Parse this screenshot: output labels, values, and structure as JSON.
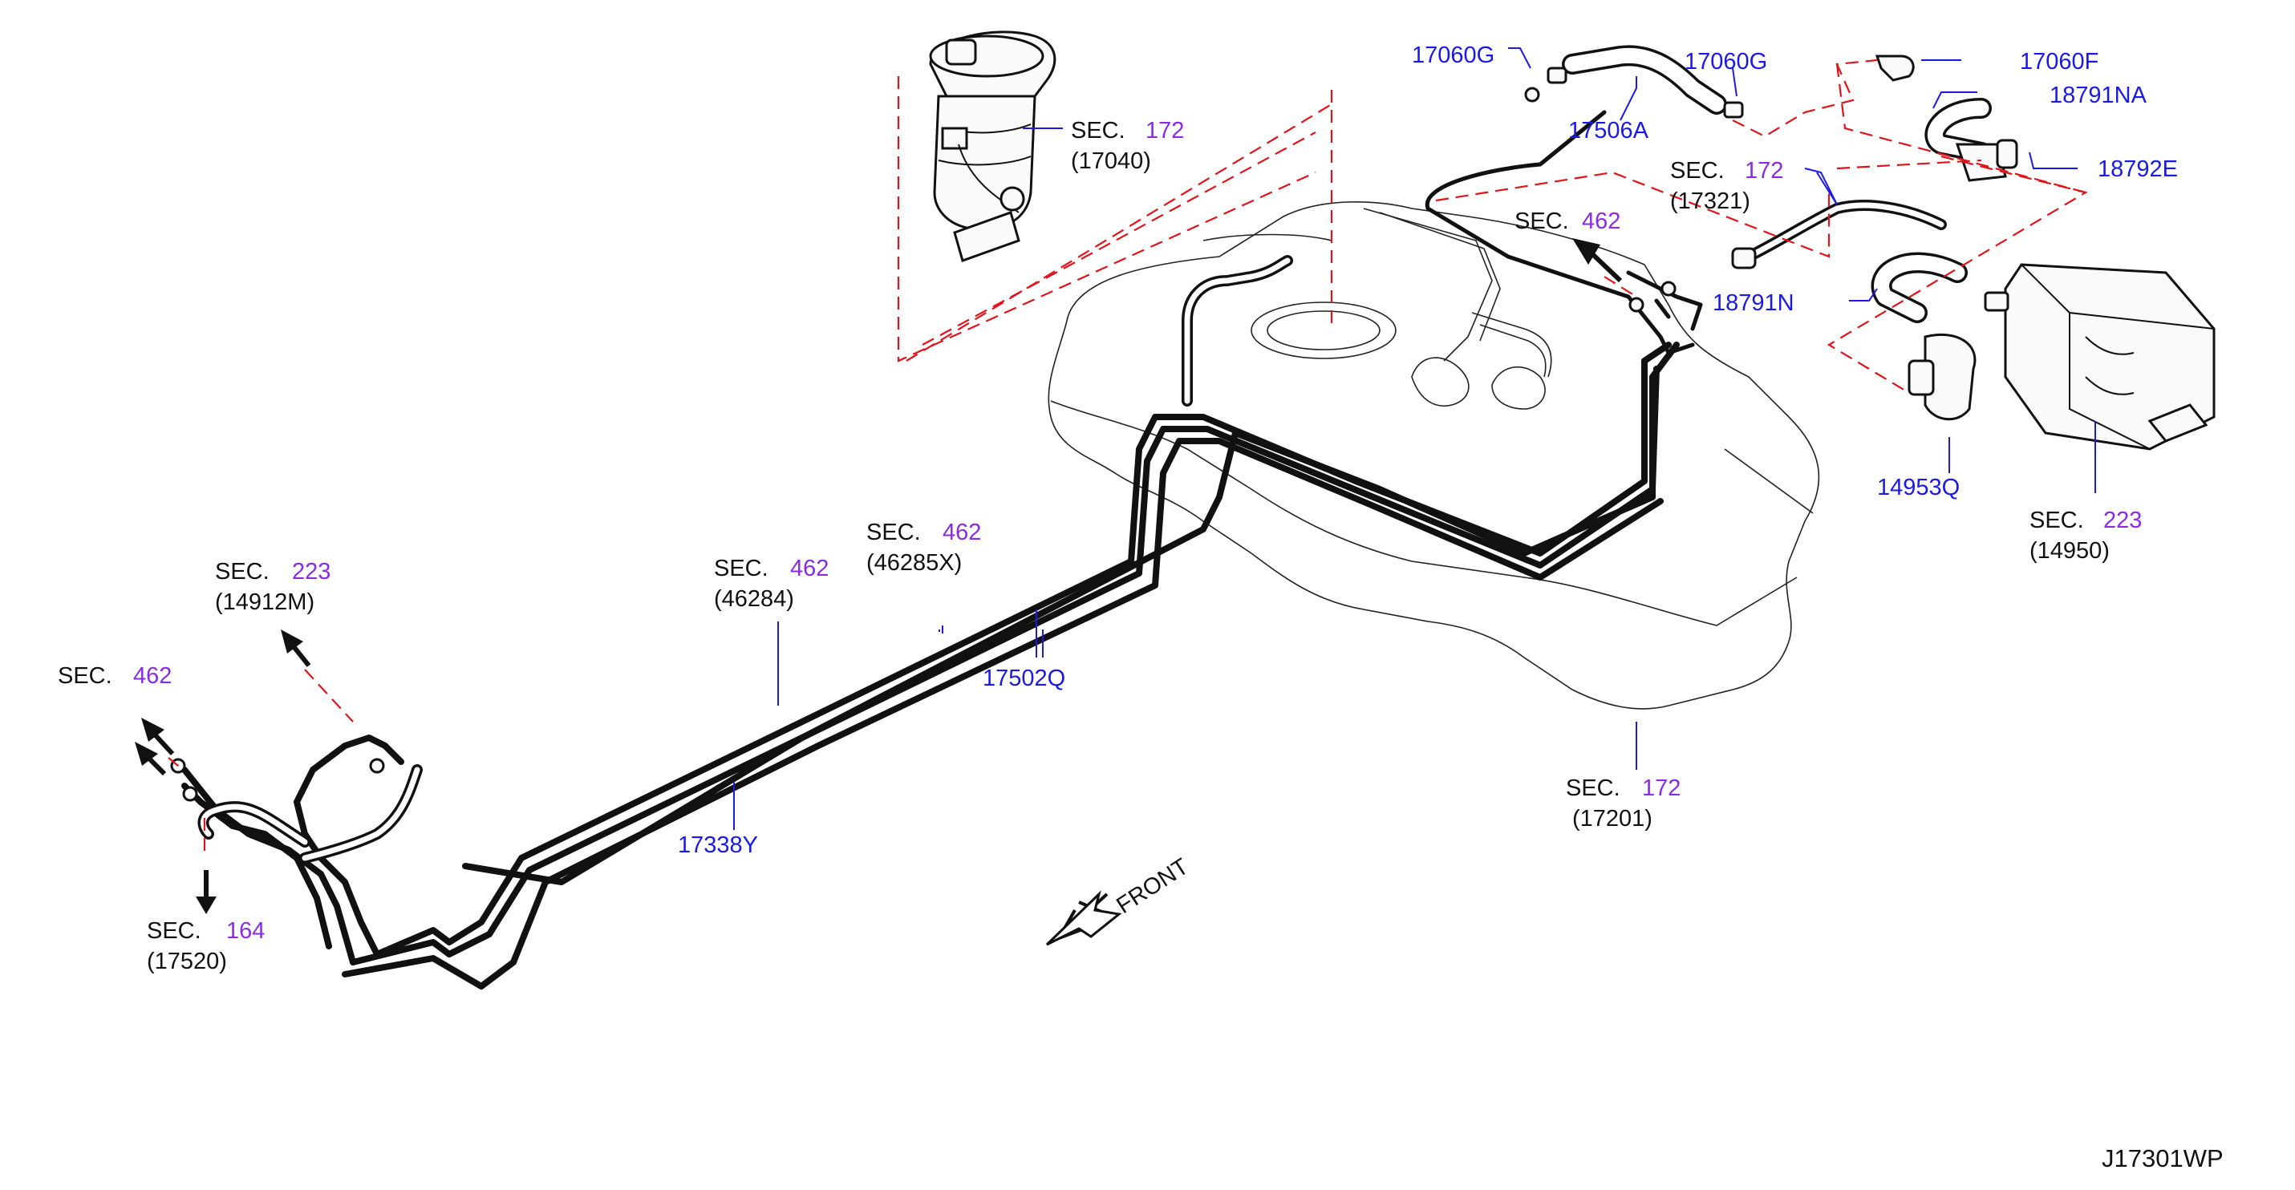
{
  "diagram": {
    "code": "J17301WP",
    "front_label": "FRONT"
  },
  "callouts": [
    {
      "id": "sec-172-17040",
      "sec": "SEC.",
      "num": "172",
      "part": "(17040)"
    },
    {
      "id": "sec-172-17321",
      "sec": "SEC.",
      "num": "172",
      "part": "(17321)"
    },
    {
      "id": "sec-462-top",
      "sec": "SEC.",
      "num": "462",
      "part": ""
    },
    {
      "id": "sec-223-14950",
      "sec": "SEC.",
      "num": "223",
      "part": "(14950)"
    },
    {
      "id": "sec-462-46285x",
      "sec": "SEC.",
      "num": "462",
      "part": "(46285X)"
    },
    {
      "id": "sec-462-46284",
      "sec": "SEC.",
      "num": "462",
      "part": "(46284)"
    },
    {
      "id": "sec-223-14912m",
      "sec": "SEC.",
      "num": "223",
      "part": "(14912M)"
    },
    {
      "id": "sec-462-left",
      "sec": "SEC.",
      "num": "462",
      "part": ""
    },
    {
      "id": "sec-164-17520",
      "sec": "SEC.",
      "num": "164",
      "part": "(17520)"
    },
    {
      "id": "sec-172-17201",
      "sec": "SEC.",
      "num": "172",
      "part": "(17201)"
    }
  ],
  "part_numbers": [
    {
      "id": "17060G-left",
      "text": "17060G"
    },
    {
      "id": "17060G-right",
      "text": "17060G"
    },
    {
      "id": "17060F",
      "text": "17060F"
    },
    {
      "id": "18791NA",
      "text": "18791NA"
    },
    {
      "id": "17506A",
      "text": "17506A"
    },
    {
      "id": "18792E",
      "text": "18792E"
    },
    {
      "id": "18791N",
      "text": "18791N"
    },
    {
      "id": "14953Q",
      "text": "14953Q"
    },
    {
      "id": "17502Q",
      "text": "17502Q"
    },
    {
      "id": "17338Y",
      "text": "17338Y"
    }
  ],
  "colors": {
    "part_number": "#1a1ae6",
    "section_number": "#8a2be2",
    "reference_line": "#e0141b",
    "linework": "#111111"
  }
}
